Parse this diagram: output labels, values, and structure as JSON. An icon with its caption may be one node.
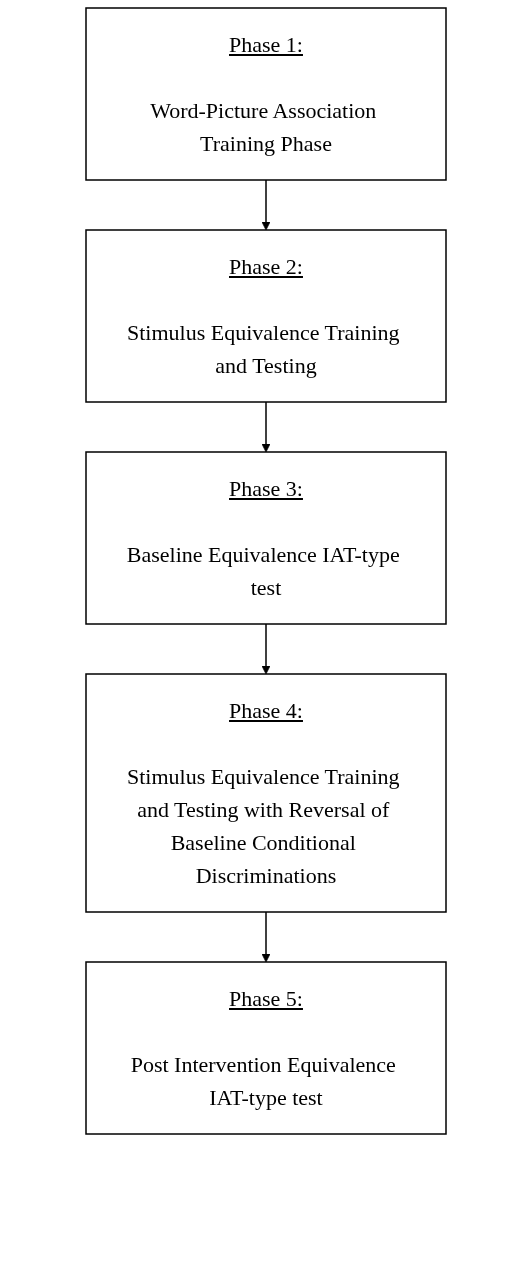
{
  "diagram": {
    "nodes": [
      {
        "text": [
          "Phase 1:",
          "Word-Picture Association Training Phase"
        ]
      },
      {
        "text": [
          "Phase 2:",
          "Stimulus Equivalence Training and Testing"
        ]
      },
      {
        "text": [
          "Phase 3:",
          "Baseline Equivalence IAT-type test"
        ]
      },
      {
        "text": [
          "Phase 4:",
          "Stimulus Equivalence Training and Testing with Reversal of Baseline Conditional Discriminations"
        ]
      },
      {
        "text": [
          "Phase 5:",
          "Post Intervention Equivalence IAT-type test"
        ]
      }
    ],
    "edges": [
      {
        "from": 0,
        "to": 1,
        "arrow": "to"
      },
      {
        "from": 1,
        "to": 2,
        "arrow": "to"
      },
      {
        "from": 2,
        "to": 3,
        "arrow": "to"
      },
      {
        "from": 3,
        "to": 4,
        "arrow": "to"
      }
    ]
  }
}
